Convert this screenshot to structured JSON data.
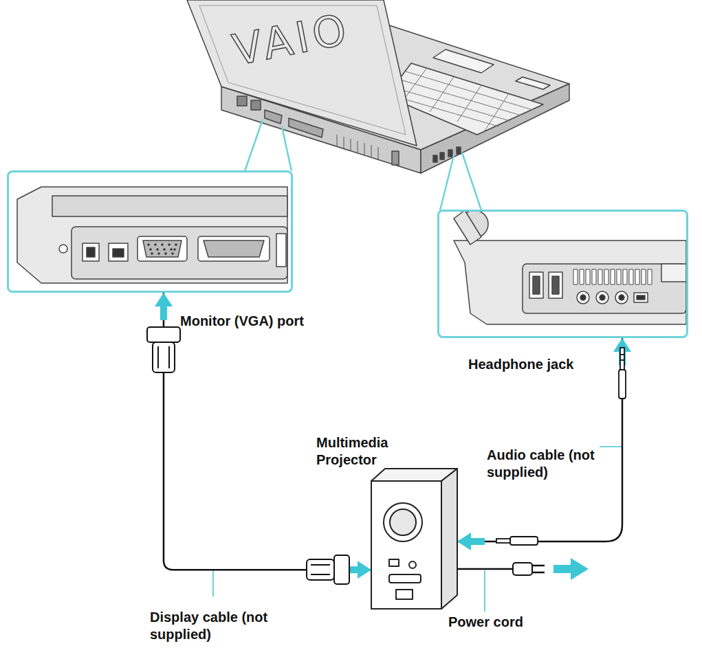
{
  "diagram": {
    "nodes": [
      {
        "text": [
          "VAIO"
        ]
      },
      {
        "text": [
          "Monitor (VGA) port"
        ]
      },
      {
        "text": [
          "Headphone jack"
        ]
      },
      {
        "text": [
          "Multimedia Projector"
        ]
      }
    ],
    "edges": [
      {
        "from": 1,
        "to": 3,
        "arrow": "both",
        "label": "Display cable (not supplied)"
      },
      {
        "from": 2,
        "to": 3,
        "arrow": "both",
        "label": "Audio cable (not supplied)"
      }
    ],
    "labels": [
      "Power cord"
    ]
  }
}
